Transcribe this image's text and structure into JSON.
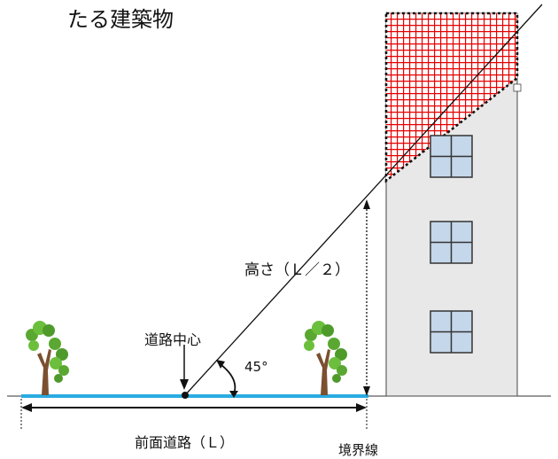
{
  "title": "たる建築物",
  "labels": {
    "height": "高さ（Ｌ／２）",
    "road_center": "道路中心",
    "angle": "45°",
    "front_road": "前面道路（Ｌ）",
    "boundary": "境界線"
  },
  "colors": {
    "hatch": "#e60000",
    "building": "#e8e8e8",
    "road": "#29abe2",
    "window": "#c5d7ea",
    "leaf": "#5aa832",
    "trunk": "#7a5030"
  },
  "icons": [
    "tree-icon",
    "window-icon"
  ]
}
